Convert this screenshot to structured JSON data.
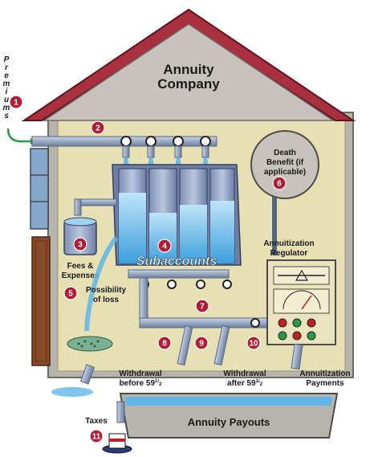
{
  "title": [
    "Annuity",
    "Company"
  ],
  "premiums": "Premiums",
  "markers": [
    "1",
    "2",
    "3",
    "4",
    "5",
    "6",
    "7",
    "8",
    "9",
    "10",
    "11"
  ],
  "labels": {
    "fees": [
      "Fees &",
      "Expenses"
    ],
    "loss": [
      "Possibility",
      "of loss"
    ],
    "subaccounts": "Subaccounts",
    "death": [
      "Death",
      "Benefit (if",
      "applicable)"
    ],
    "regulator": [
      "Annuitization",
      "Regulator"
    ],
    "withdrawal_before": [
      "Withdrawal",
      "before 59",
      "1",
      "2"
    ],
    "withdrawal_after": [
      "Withdrawal",
      "after 59",
      "1",
      "2"
    ],
    "annuitization_payments": [
      "Annuitization",
      "Payments"
    ],
    "payouts": "Annuity Payouts",
    "taxes": "Taxes"
  },
  "colors": {
    "roof": "#a8303f",
    "wall": "#b7b3ad",
    "interior": "#e7e0b5",
    "pipe": "#9aa9c2",
    "water": "#5fb6e8",
    "marker": "#b21d36",
    "tank": "#8fa2c8"
  }
}
